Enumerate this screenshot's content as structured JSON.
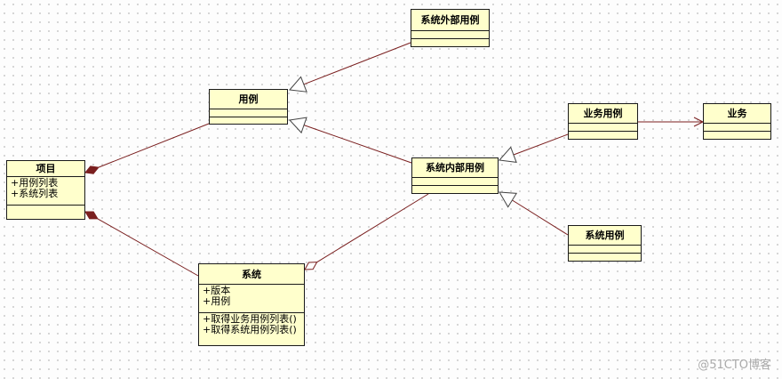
{
  "classes": {
    "project": {
      "name": "项目",
      "attributes": [
        "+用例列表",
        "+系统列表"
      ],
      "operations": []
    },
    "usecase": {
      "name": "用例",
      "attributes": [],
      "operations": []
    },
    "external_usecase": {
      "name": "系统外部用例",
      "attributes": [],
      "operations": []
    },
    "internal_usecase": {
      "name": "系统内部用例",
      "attributes": [],
      "operations": []
    },
    "business_usecase": {
      "name": "业务用例",
      "attributes": [],
      "operations": []
    },
    "business": {
      "name": "业务",
      "attributes": [],
      "operations": []
    },
    "system_usecase": {
      "name": "系统用例",
      "attributes": [],
      "operations": []
    },
    "system": {
      "name": "系统",
      "attributes": [
        "+版本",
        "+用例"
      ],
      "operations": [
        "+取得业务用例列表()",
        "+取得系统用例列表()"
      ]
    }
  },
  "relations": [
    {
      "type": "generalization",
      "from": "external_usecase",
      "to": "usecase"
    },
    {
      "type": "generalization",
      "from": "internal_usecase",
      "to": "usecase"
    },
    {
      "type": "generalization",
      "from": "business_usecase",
      "to": "internal_usecase"
    },
    {
      "type": "generalization",
      "from": "system_usecase",
      "to": "internal_usecase"
    },
    {
      "type": "composition",
      "whole": "project",
      "part": "usecase"
    },
    {
      "type": "composition",
      "whole": "project",
      "part": "system"
    },
    {
      "type": "aggregation",
      "whole": "system",
      "part": "internal_usecase"
    },
    {
      "type": "association",
      "from": "business_usecase",
      "to": "business"
    }
  ],
  "colors": {
    "line": "#7a1f1f",
    "fill": "#ffffcc",
    "border": "#1a1a1a"
  },
  "watermark": "@51CTO博客"
}
